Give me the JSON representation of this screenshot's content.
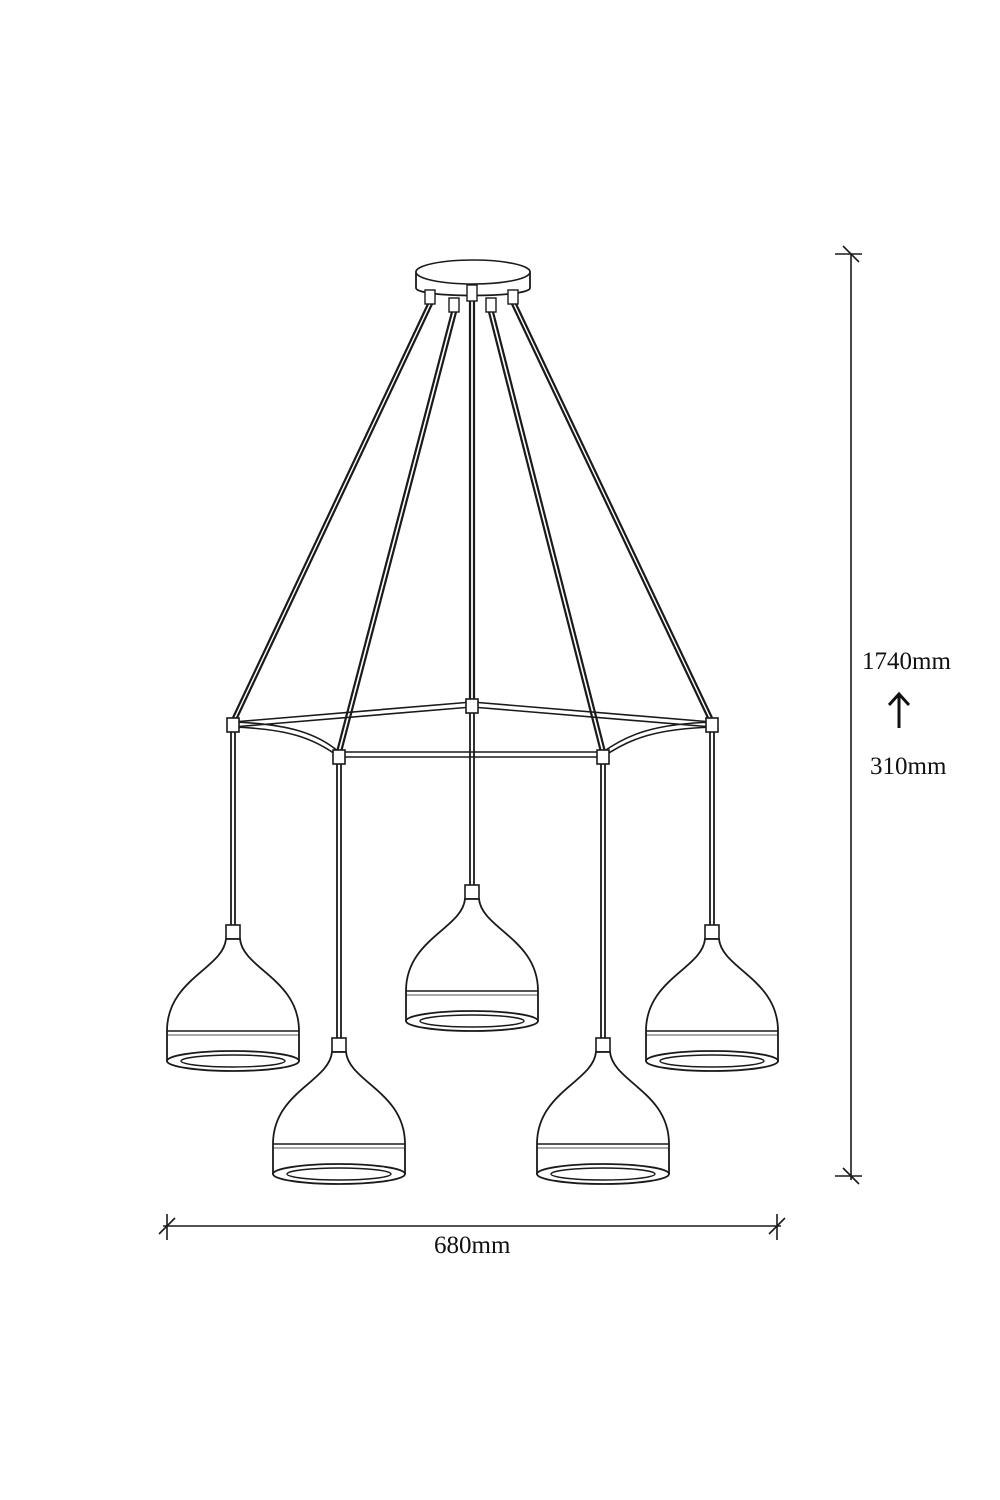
{
  "dimensions": {
    "height_max": "1740mm",
    "height_min": "310mm",
    "width": "680mm"
  },
  "colors": {
    "line": "#1a1a1a",
    "background": "#ffffff"
  },
  "icons": {
    "adjust": "up-arrow-icon"
  },
  "pendant_count": 5
}
